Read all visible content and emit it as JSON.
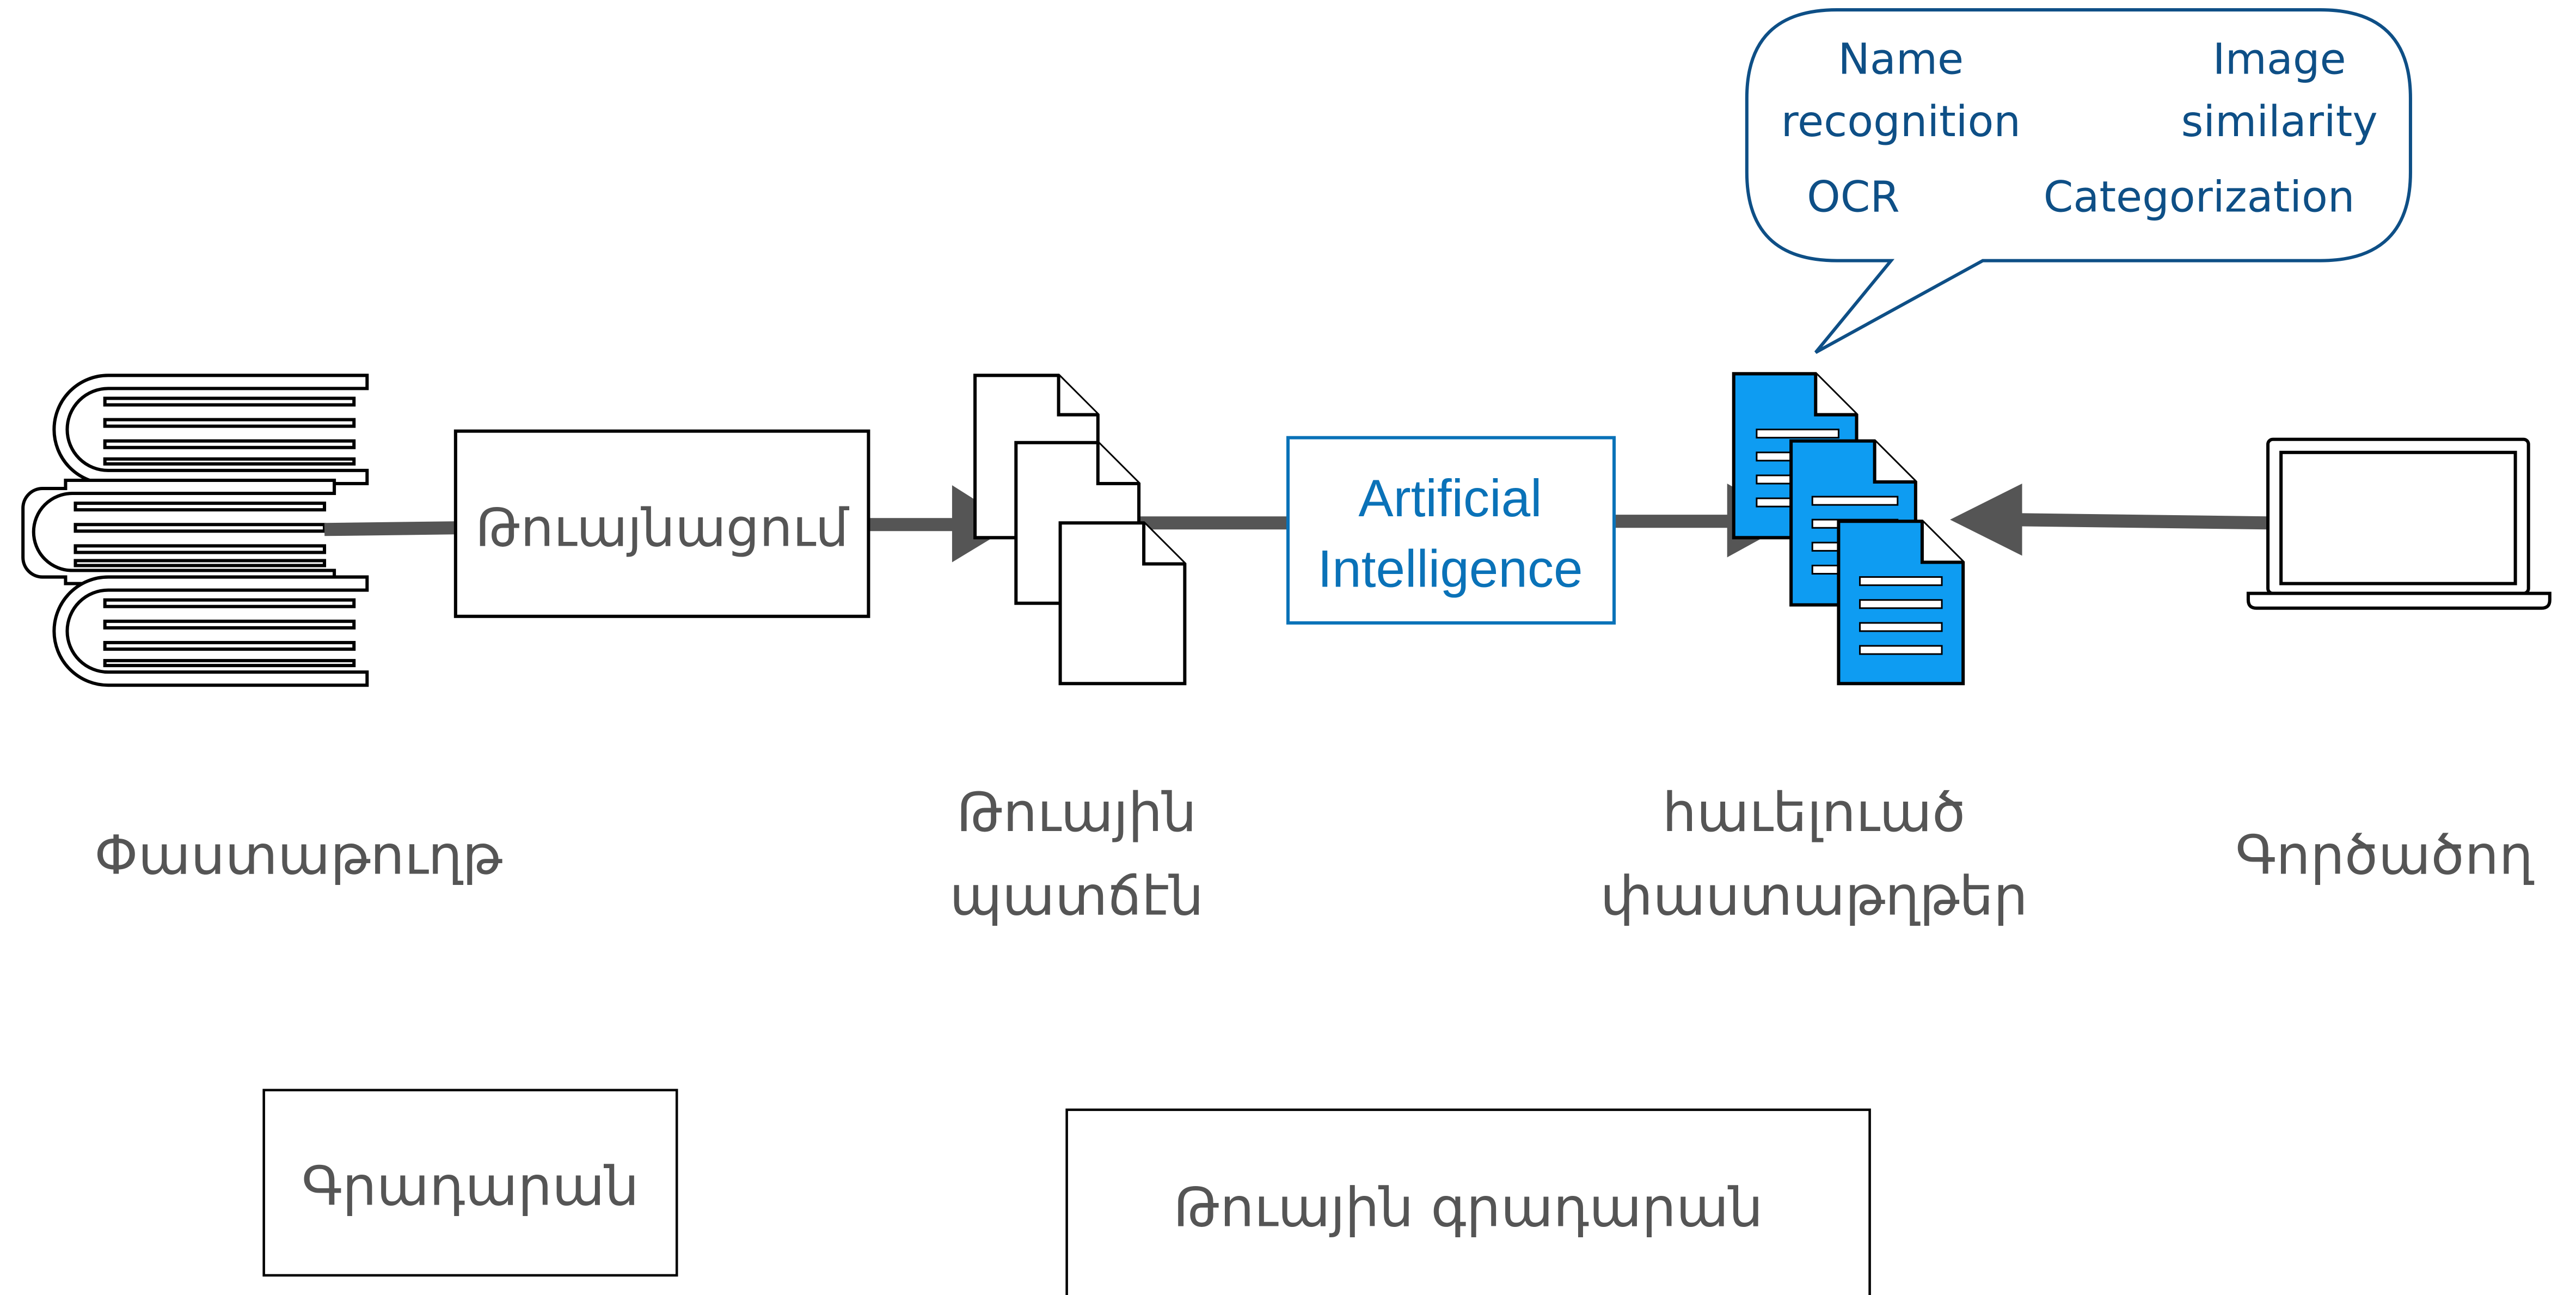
{
  "colors": {
    "arrow": "#555555",
    "accent_blue": "#0a72b8",
    "doc_fill": "#0e9cf2",
    "bubble_text": "#0e4f86",
    "label_gray": "#555555"
  },
  "icons": {
    "books": "books-stack-icon",
    "scans": "document-stack-icon",
    "processed": "blue-document-stack-icon",
    "user": "laptop-icon"
  },
  "nodes": {
    "digitization": "Թուայնացում",
    "ai_line1": "Artificial",
    "ai_line2": "Intelligence"
  },
  "bubble": {
    "name_line1": "Name",
    "name_line2": "recognition",
    "image_line1": "Image",
    "image_line2": "similarity",
    "ocr": "OCR",
    "categorization": "Categorization"
  },
  "labels": {
    "documents": "Փաստաթուղթ",
    "digital_copies_line1": "Թուային",
    "digital_copies_line2": "պատճէն",
    "accessible_docs_line1": "հաւելուած",
    "accessible_docs_line2": "փաստաթղթեր",
    "user": "Գործածող"
  },
  "groups": {
    "library": "Գրադարան",
    "digital_library": "Թուային գրադարան"
  }
}
